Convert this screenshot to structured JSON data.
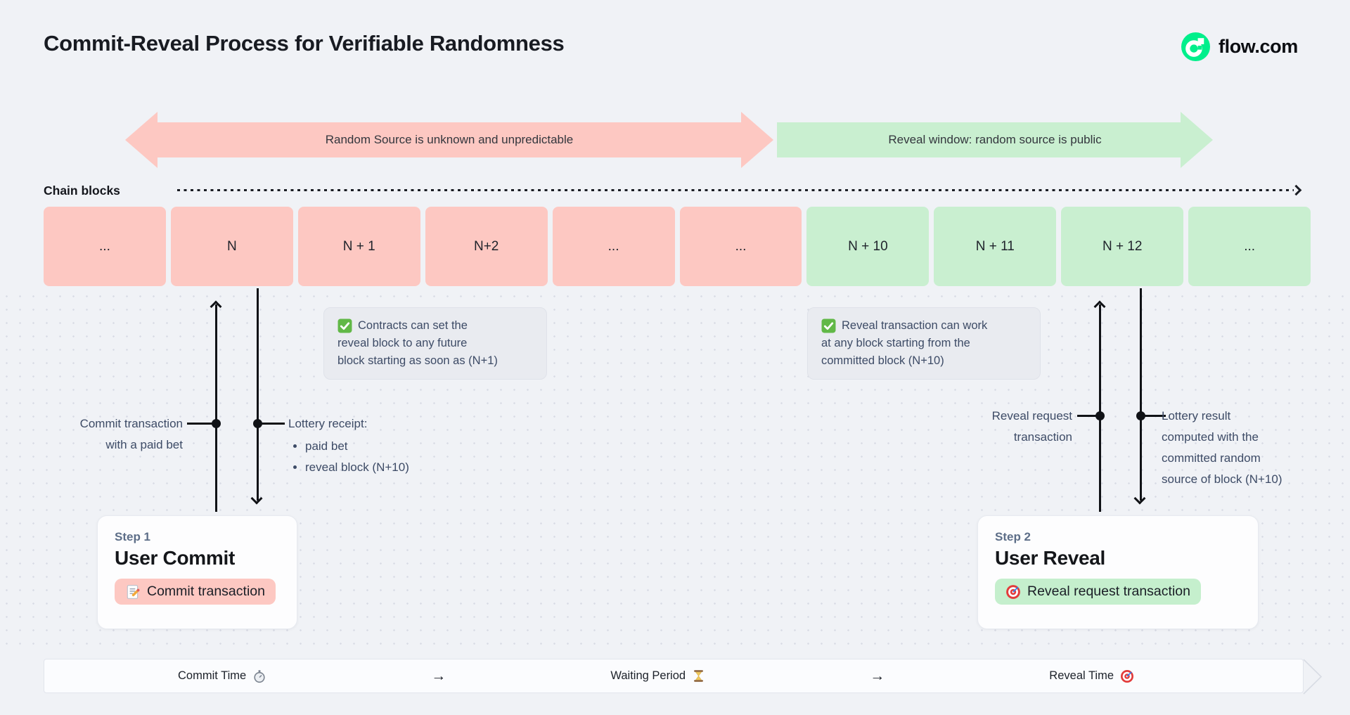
{
  "page": {
    "title": "Commit-Reveal Process for Verifiable Randomness"
  },
  "brand": {
    "name": "flow.com",
    "icon": "flow-logo-icon",
    "color": "#00ef8b"
  },
  "phase_arrows": {
    "unpredictable": {
      "label": "Random Source is unknown and unpredictable",
      "color": "#fdc8c2",
      "direction": "double-headed"
    },
    "reveal_window": {
      "label": "Reveal window: random source is public",
      "color": "#c9efd0",
      "direction": "right"
    }
  },
  "chain": {
    "label": "Chain blocks",
    "blocks": [
      {
        "label": "...",
        "phase": "commit"
      },
      {
        "label": "N",
        "phase": "commit"
      },
      {
        "label": "N + 1",
        "phase": "commit"
      },
      {
        "label": "N+2",
        "phase": "commit"
      },
      {
        "label": "...",
        "phase": "commit"
      },
      {
        "label": "...",
        "phase": "commit"
      },
      {
        "label": "N + 10",
        "phase": "reveal"
      },
      {
        "label": "N + 11",
        "phase": "reveal"
      },
      {
        "label": "N + 12",
        "phase": "reveal"
      },
      {
        "label": "...",
        "phase": "reveal"
      }
    ]
  },
  "notes": {
    "commit_note": {
      "icon": "check-icon",
      "lines": [
        "Contracts can set the",
        "reveal block to any future",
        "block starting as soon as (N+1)"
      ]
    },
    "reveal_note": {
      "icon": "check-icon",
      "lines": [
        "Reveal transaction can work",
        "at any block starting from the",
        "committed block (N+10)"
      ]
    }
  },
  "annotations": {
    "commit_up": {
      "line1": "Commit transaction",
      "line2": "with a paid bet"
    },
    "lottery_receipt": {
      "title": "Lottery receipt:",
      "bullets": [
        "paid bet",
        "reveal block (N+10)"
      ]
    },
    "reveal_up": {
      "line1": "Reveal request",
      "line2": "transaction"
    },
    "lottery_result": {
      "lines": [
        "Lottery result",
        "computed with the",
        "committed random",
        "source of block (N+10)"
      ]
    }
  },
  "steps": {
    "step1": {
      "kicker": "Step 1",
      "title": "User Commit",
      "action": {
        "icon": "memo-icon",
        "label": "Commit transaction",
        "color": "#fdc8c2"
      }
    },
    "step2": {
      "kicker": "Step 2",
      "title": "User Reveal",
      "action": {
        "icon": "target-icon",
        "label": "Reveal request transaction",
        "color": "#c5efcd"
      }
    }
  },
  "timeline": {
    "separator": "→",
    "stages": [
      {
        "label": "Commit Time",
        "icon": "stopwatch-icon"
      },
      {
        "label": "Waiting Period",
        "icon": "hourglass-icon"
      },
      {
        "label": "Reveal Time",
        "icon": "target-icon"
      }
    ]
  }
}
